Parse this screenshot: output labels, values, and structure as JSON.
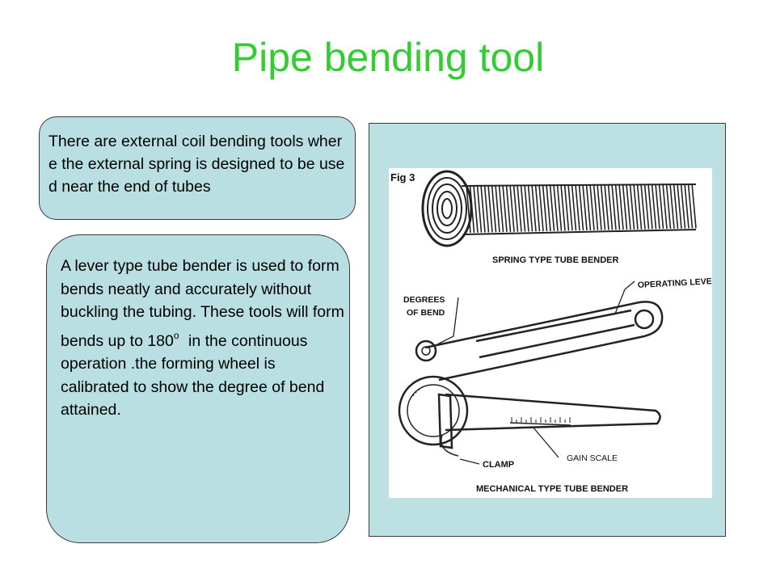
{
  "slide": {
    "title": "Pipe bending tool"
  },
  "textbox_external": {
    "text": "There are external coil bending tools where the external spring is designed to be used near the end of tubes"
  },
  "textbox_lever": {
    "text_before": "A lever type tube bender is used to form bends neatly and accurately without buckling the tubing. These tools will form bends up to 180",
    "degree_mark": "o",
    "text_after": " in the continuous operation .the forming wheel is calibrated to show the degree of bend attained."
  },
  "figure": {
    "fig_label": "Fig 3",
    "spring_caption": "SPRING TYPE TUBE BENDER",
    "operating_lever_label": "OPERATING LEVER",
    "degrees_label_line1": "DEGREES",
    "degrees_label_line2": "OF BEND",
    "gain_scale_label": "GAIN SCALE",
    "clamp_label": "CLAMP",
    "mechanical_caption": "MECHANICAL TYPE TUBE BENDER"
  },
  "colors": {
    "title": "#33cc33",
    "box_fill": "#b9dfe2",
    "figure_frame": "#bde0e3"
  }
}
